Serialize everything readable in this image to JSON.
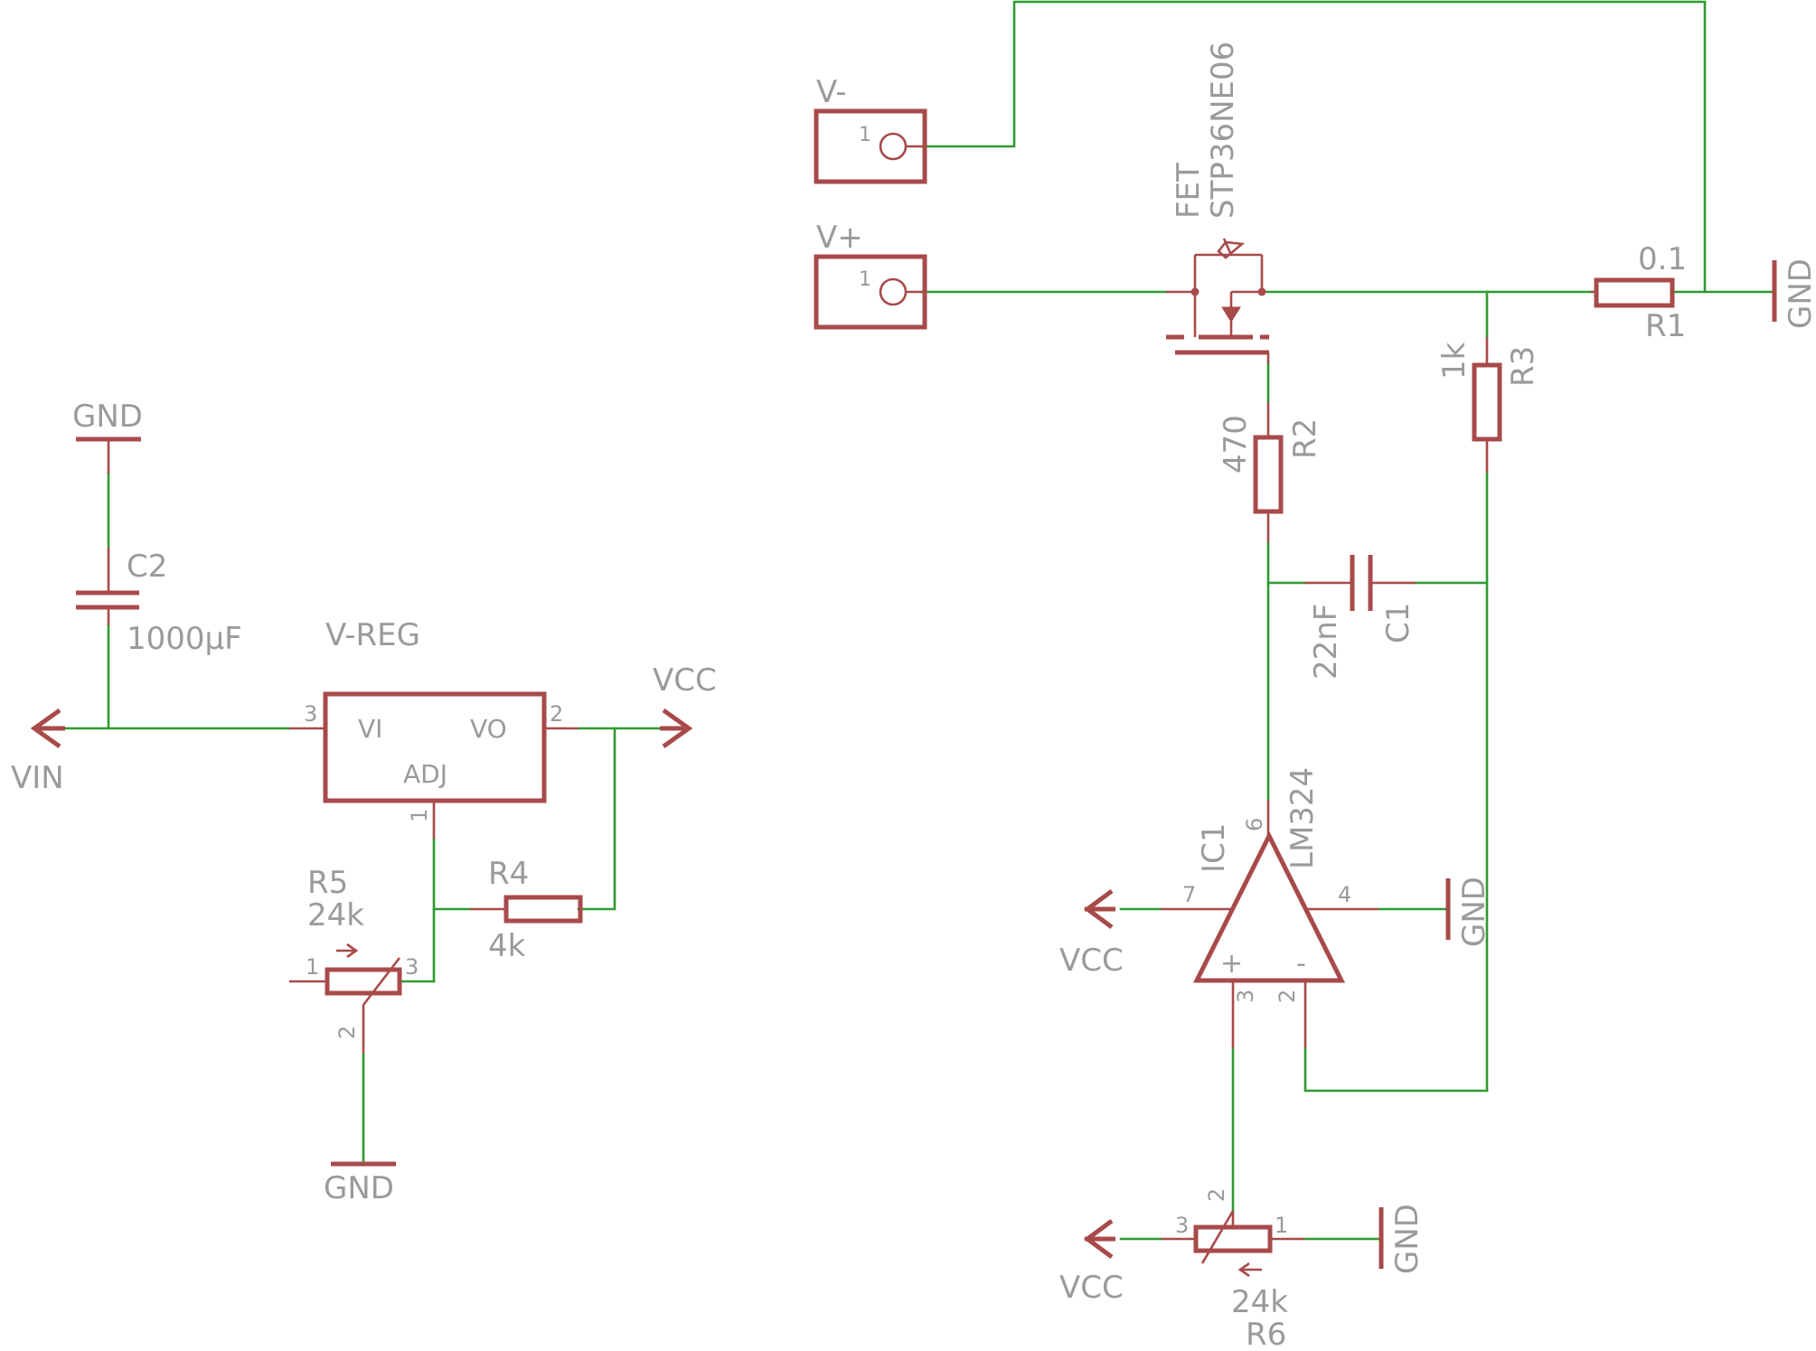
{
  "labels": {
    "vminus": "V-",
    "vplus": "V+",
    "fet_name": "FET",
    "fet_part": "STP36NE06",
    "r1_value": "0.1",
    "r1_name": "R1",
    "gnd": "GND",
    "r3_value": "1k",
    "r3_name": "R3",
    "r2_value": "470",
    "r2_name": "R2",
    "c1_value": "22nF",
    "c1_name": "C1",
    "ic1_name": "IC1",
    "ic1_part": "LM324",
    "vcc": "VCC",
    "r6_value": "24k",
    "r6_name": "R6",
    "c2_name": "C2",
    "c2_value": "1000µF",
    "vreg_name": "V-REG",
    "vreg_vi": "VI",
    "vreg_vo": "VO",
    "vreg_adj": "ADJ",
    "vin": "VIN",
    "r5_name": "R5",
    "r5_value": "24k",
    "r4_name": "R4",
    "r4_value": "4k",
    "opamp_plus": "+",
    "opamp_minus": "-"
  },
  "pins": {
    "p1": "1",
    "p2": "2",
    "p3": "3",
    "p4": "4",
    "p6": "6",
    "p7": "7"
  },
  "colors": {
    "wire": "#2f9a2f",
    "symbol": "#a84a4a",
    "text": "#9a9a9a"
  }
}
